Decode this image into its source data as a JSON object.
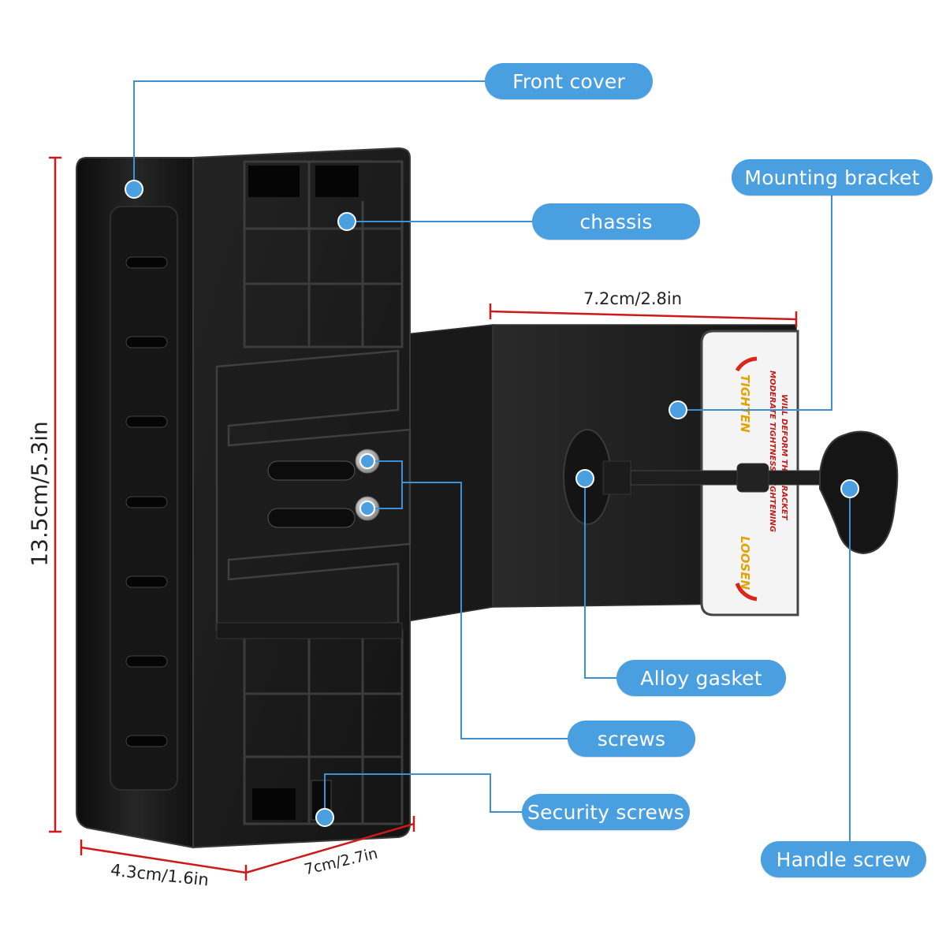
{
  "labels": {
    "front_cover": "Front cover",
    "chassis": "chassis",
    "mounting_bracket": "Mounting bracket",
    "alloy_gasket": "Alloy gasket",
    "screws": "screws",
    "security_screws": "Security screws",
    "handle_screw": "Handle screw"
  },
  "dimensions": {
    "height": "13.5cm/5.3in",
    "bracket_width": "7.2cm/2.8in",
    "depth_left": "4.3cm/1.6in",
    "depth_right": "7cm/2.7in"
  },
  "sticker": {
    "tighten": "TIGHTEN",
    "loosen": "LOOSEN",
    "warning_line1": "MODERATE TIGHTNESS, TIGHTENING",
    "warning_line2": "WILL DEFORM THE BRACKET"
  },
  "colors": {
    "callout": "#4a9fe0",
    "callout_line": "#3d8fd6",
    "dimension": "#cc1a1a",
    "body": "#1b1b1b"
  }
}
